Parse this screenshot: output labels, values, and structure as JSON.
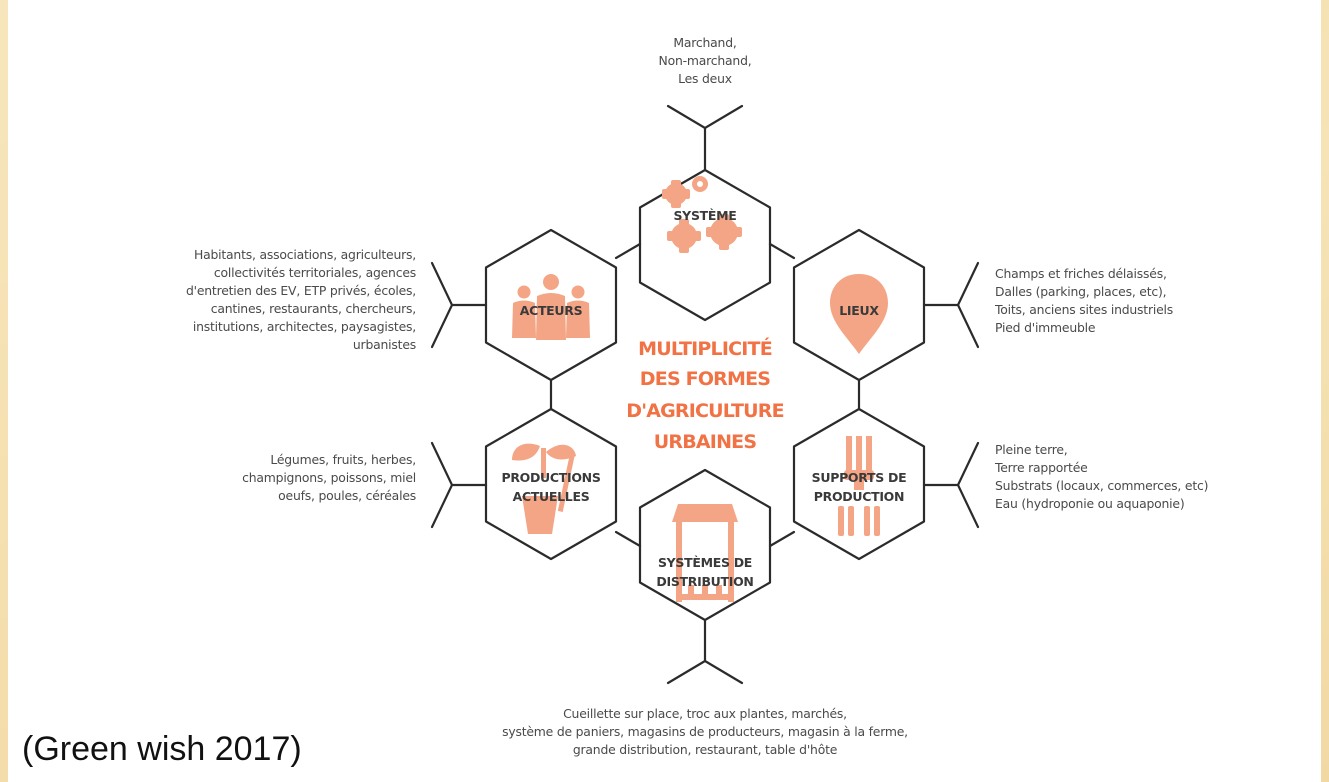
{
  "hexagons": {
    "systeme": [
      "SYSTÈME"
    ],
    "lieux": [
      "LIEUX"
    ],
    "supports": [
      "SUPPORTS DE",
      "PRODUCTION"
    ],
    "distribution": [
      "SYSTÈMES DE",
      "DISTRIBUTION"
    ],
    "productions": [
      "PRODUCTIONS",
      "ACTUELLES"
    ],
    "acteurs": [
      "ACTEURS"
    ]
  },
  "center_title": [
    "MULTIPLICITÉ",
    "DES FORMES",
    "D'AGRICULTURE",
    "URBAINES"
  ],
  "descriptions": {
    "systeme": [
      "Marchand,",
      "Non-marchand,",
      "Les deux"
    ],
    "lieux": [
      "Champs et friches délaissés,",
      "Dalles (parking, places, etc),",
      "Toits, anciens sites industriels",
      "Pied d'immeuble"
    ],
    "supports": [
      "Pleine terre,",
      "Terre rapportée",
      "Substrats (locaux, commerces, etc)",
      "Eau (hydroponie ou aquaponie)"
    ],
    "distribution": [
      "Cueillette sur place, troc aux plantes, marchés,",
      "système de paniers, magasins de producteurs, magasin à la ferme,",
      "grande distribution, restaurant, table d'hôte"
    ],
    "productions": [
      "Légumes, fruits, herbes,",
      "champignons, poissons, miel",
      "oeufs, poules, céréales"
    ],
    "acteurs": [
      "Habitants, associations, agriculteurs,",
      "collectivités territoriales, agences",
      "d'entretien des EV, ETP privés, écoles,",
      "cantines, restaurants, chercheurs,",
      "institutions, architectes, paysagistes,",
      "urbanistes"
    ]
  },
  "citation": "(Green wish 2017)",
  "colors": {
    "accent": "#f07245",
    "icon": "#f4a585",
    "stroke": "#2b2b2b",
    "text": "#4a4a4a"
  },
  "icons": {
    "systeme": "gears-icon",
    "lieux": "map-pin-icon",
    "supports": "fork-tools-icon",
    "distribution": "market-stall-icon",
    "productions": "plant-shovel-icon",
    "acteurs": "people-group-icon"
  }
}
